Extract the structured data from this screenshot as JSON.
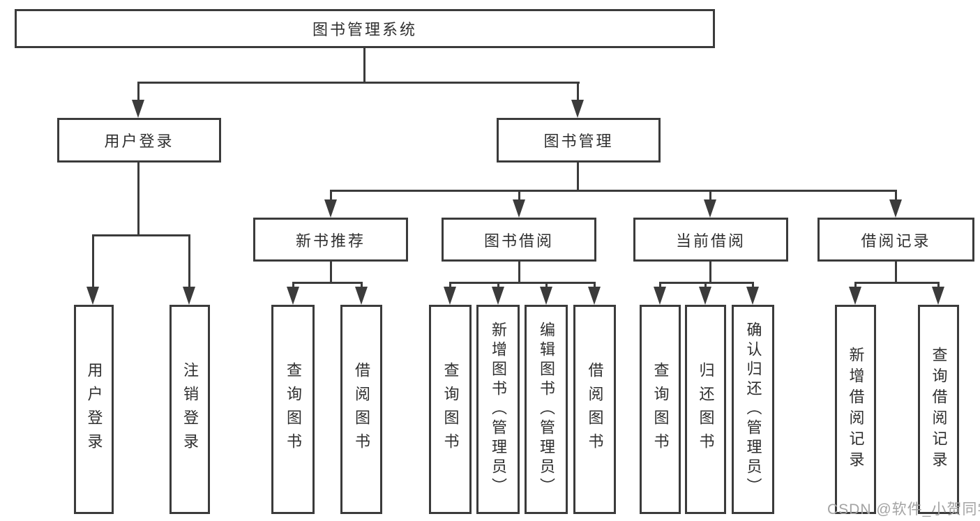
{
  "root": {
    "label": "图书管理系统"
  },
  "left_branch": {
    "label": "用户登录",
    "children": [
      {
        "label": "用户登录"
      },
      {
        "label": "注销登录"
      }
    ]
  },
  "right_branch": {
    "label": "图书管理",
    "groups": [
      {
        "label": "新书推荐",
        "children": [
          {
            "label": "查询图书"
          },
          {
            "label": "借阅图书"
          }
        ]
      },
      {
        "label": "图书借阅",
        "children": [
          {
            "label": "查询图书"
          },
          {
            "label": "新增图书（管理员）"
          },
          {
            "label": "编辑图书（管理员）"
          },
          {
            "label": "借阅图书"
          }
        ]
      },
      {
        "label": "当前借阅",
        "children": [
          {
            "label": "查询图书"
          },
          {
            "label": "归还图书"
          },
          {
            "label": "确认归还（管理员）"
          }
        ]
      },
      {
        "label": "借阅记录",
        "children": [
          {
            "label": "新增借阅记录"
          },
          {
            "label": "查询借阅记录"
          }
        ]
      }
    ]
  },
  "watermark": {
    "text": "CSDN @软件_小贺同学"
  },
  "colors": {
    "line": "#3b3b3b",
    "text": "#2f2f2f",
    "watermark": "#a3a3a3",
    "bg": "#ffffff"
  }
}
